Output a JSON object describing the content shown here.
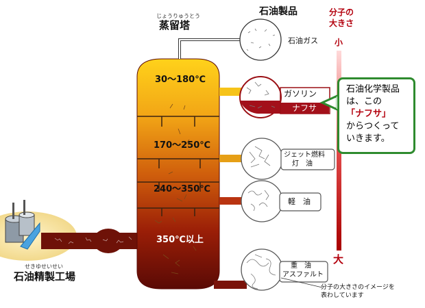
{
  "tower": {
    "title": "蒸留塔",
    "title_ruby": "じょうりゅうとう",
    "ranges": [
      "30～180℃",
      "170～250℃",
      "240～350℃",
      "350℃以上"
    ]
  },
  "products_header": "石油製品",
  "products": [
    {
      "label": "石油ガス"
    },
    {
      "label": "ガソリン",
      "label2": "ナフサ"
    },
    {
      "label": "ジェット燃料",
      "label2": "灯　油"
    },
    {
      "label": "軽　油"
    },
    {
      "label": "重　油",
      "label2": "アスファルト"
    }
  ],
  "refinery": {
    "label": "石油精製工場",
    "ruby": "せきゆせいせい"
  },
  "scale": {
    "title_line1": "分子の",
    "title_line2": "大きさ",
    "small": "小",
    "large": "大"
  },
  "callout": {
    "line1": "石油化学製品",
    "line2": "は、この",
    "line3": "「ナフサ」",
    "line4": "からつくって",
    "line5": "いきます。"
  },
  "note": {
    "line1": "分子の大きさのイメージを",
    "line2": "表わしています"
  },
  "colors": {
    "accent_red": "#b3000d",
    "callout_border": "#2e8b2e",
    "crude_pipe": "#6e1208"
  }
}
